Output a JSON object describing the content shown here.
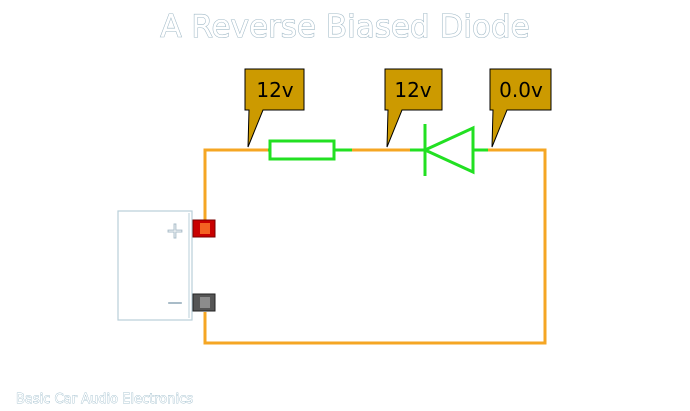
{
  "title": "A Reverse Biased Diode",
  "footer": "Basic Car Audio Electronics",
  "voltage_tags": [
    {
      "label": "12v"
    },
    {
      "label": "12v"
    },
    {
      "label": "0.0v"
    }
  ],
  "battery": {
    "positive_symbol": "+",
    "negative_symbol": "—"
  },
  "colors": {
    "wire": "#f5a623",
    "component": "#22e022",
    "tag_fill": "#cc9a00",
    "positive_terminal": "#c80000",
    "negative_terminal": "#555555",
    "battery_outline": "#b9cfd9"
  }
}
